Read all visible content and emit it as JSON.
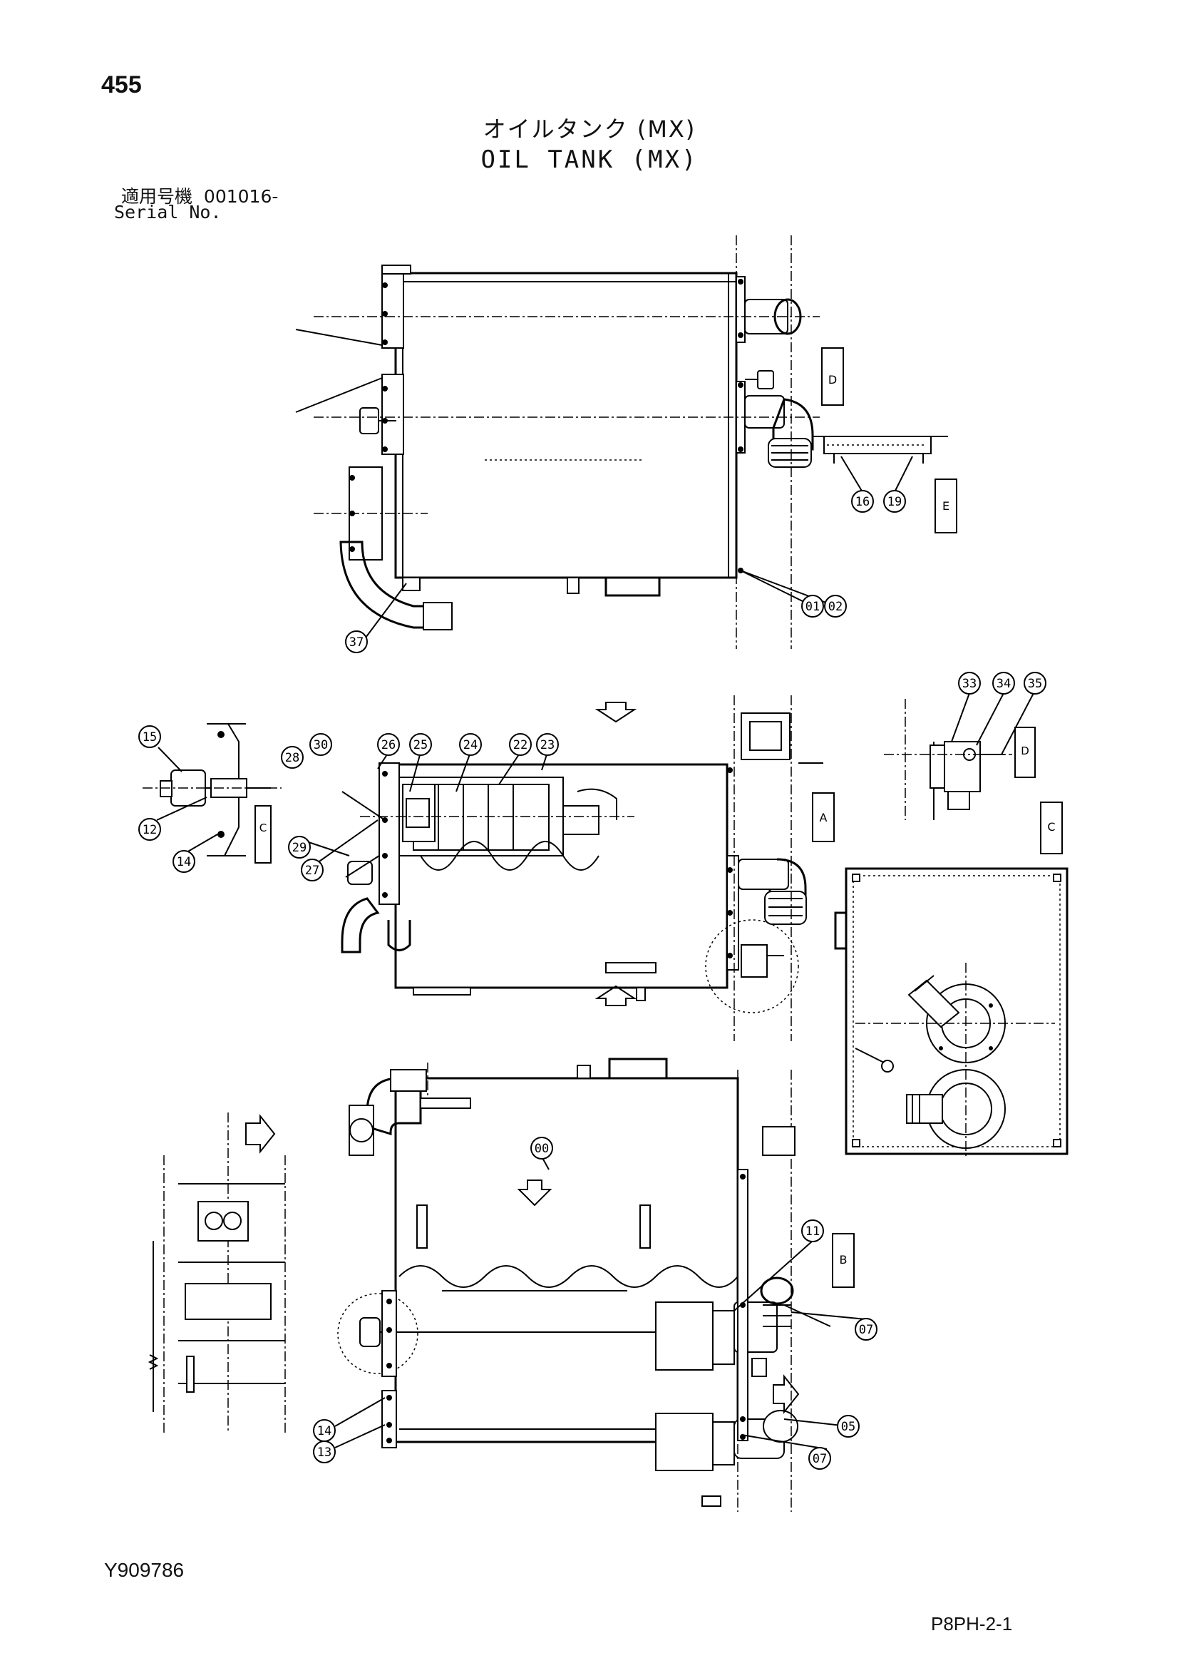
{
  "header": {
    "page_number": "455",
    "title_jp": "オイルタンク (MX)",
    "title_en": "OIL TANK (MX)",
    "serial_label_jp": "適用号機",
    "serial_value": "001016-",
    "serial_label_en": "Serial No."
  },
  "footer": {
    "document_id": "Y909786",
    "page_code": "P8PH-2-1"
  },
  "balloons": {
    "b00": "00",
    "b01": "01",
    "b02": "02",
    "b05": "05",
    "b07": "07",
    "b11": "11",
    "b12": "12",
    "b13": "13",
    "b14": "14",
    "b15": "15",
    "b16": "16",
    "b19": "19",
    "b22": "22",
    "b23": "23",
    "b24": "24",
    "b25": "25",
    "b26": "26",
    "b27": "27",
    "b28": "28",
    "b29": "29",
    "b30": "30",
    "b33": "33",
    "b34": "34",
    "b35": "35",
    "b37": "37"
  },
  "view_markers": {
    "d": "D",
    "b": "B",
    "e": "E",
    "c": "C",
    "a": "A"
  }
}
